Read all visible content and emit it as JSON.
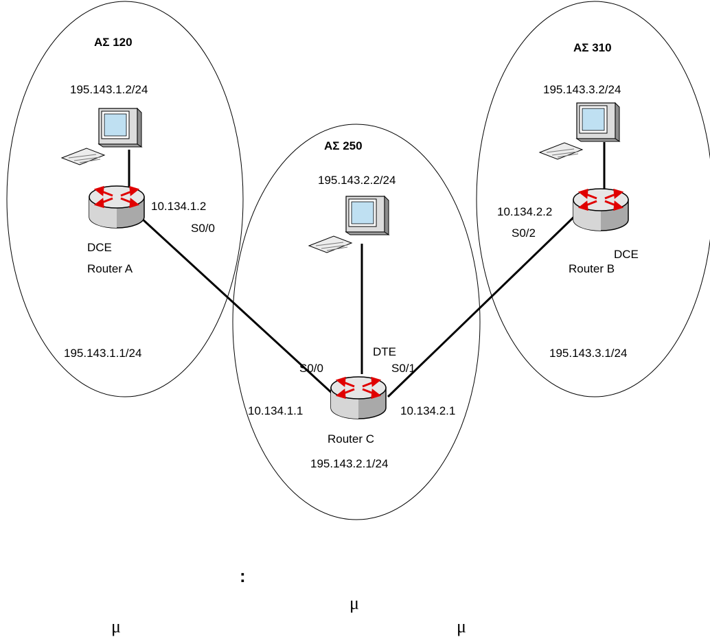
{
  "diagram": {
    "autonomous_systems": [
      {
        "label": "ΑΣ 120"
      },
      {
        "label": "ΑΣ 250"
      },
      {
        "label": "ΑΣ 310"
      }
    ],
    "hosts": [
      {
        "ip": "195.143.1.2/24"
      },
      {
        "ip": "195.143.2.2/24"
      },
      {
        "ip": "195.143.3.2/24"
      }
    ],
    "routers": [
      {
        "name": "Router A",
        "lan_ip": "195.143.1.1/24"
      },
      {
        "name": "Router C",
        "lan_ip": "195.143.2.1/24"
      },
      {
        "name": "Router B",
        "lan_ip": "195.143.3.1/24"
      }
    ],
    "links": {
      "a_c": {
        "a_ip": "10.134.1.2",
        "a_iface": "S0/0",
        "c_iface": "S0/0",
        "c_ip": "10.134.1.1"
      },
      "c_b": {
        "c_iface": "S0/1",
        "c_ip": "10.134.2.1",
        "b_ip": "10.134.2.2",
        "b_iface": "S0/2"
      }
    },
    "endpoint_roles": {
      "router_a": "DCE",
      "router_c": "DTE",
      "router_b": "DCE"
    },
    "colors": {
      "line": "#000000",
      "router_body": "#c8c8c8",
      "router_arrows": "#e00000"
    }
  },
  "caption": {
    "colon": ":",
    "mu_center": "μ",
    "mu_left": "μ",
    "mu_right": "μ"
  }
}
